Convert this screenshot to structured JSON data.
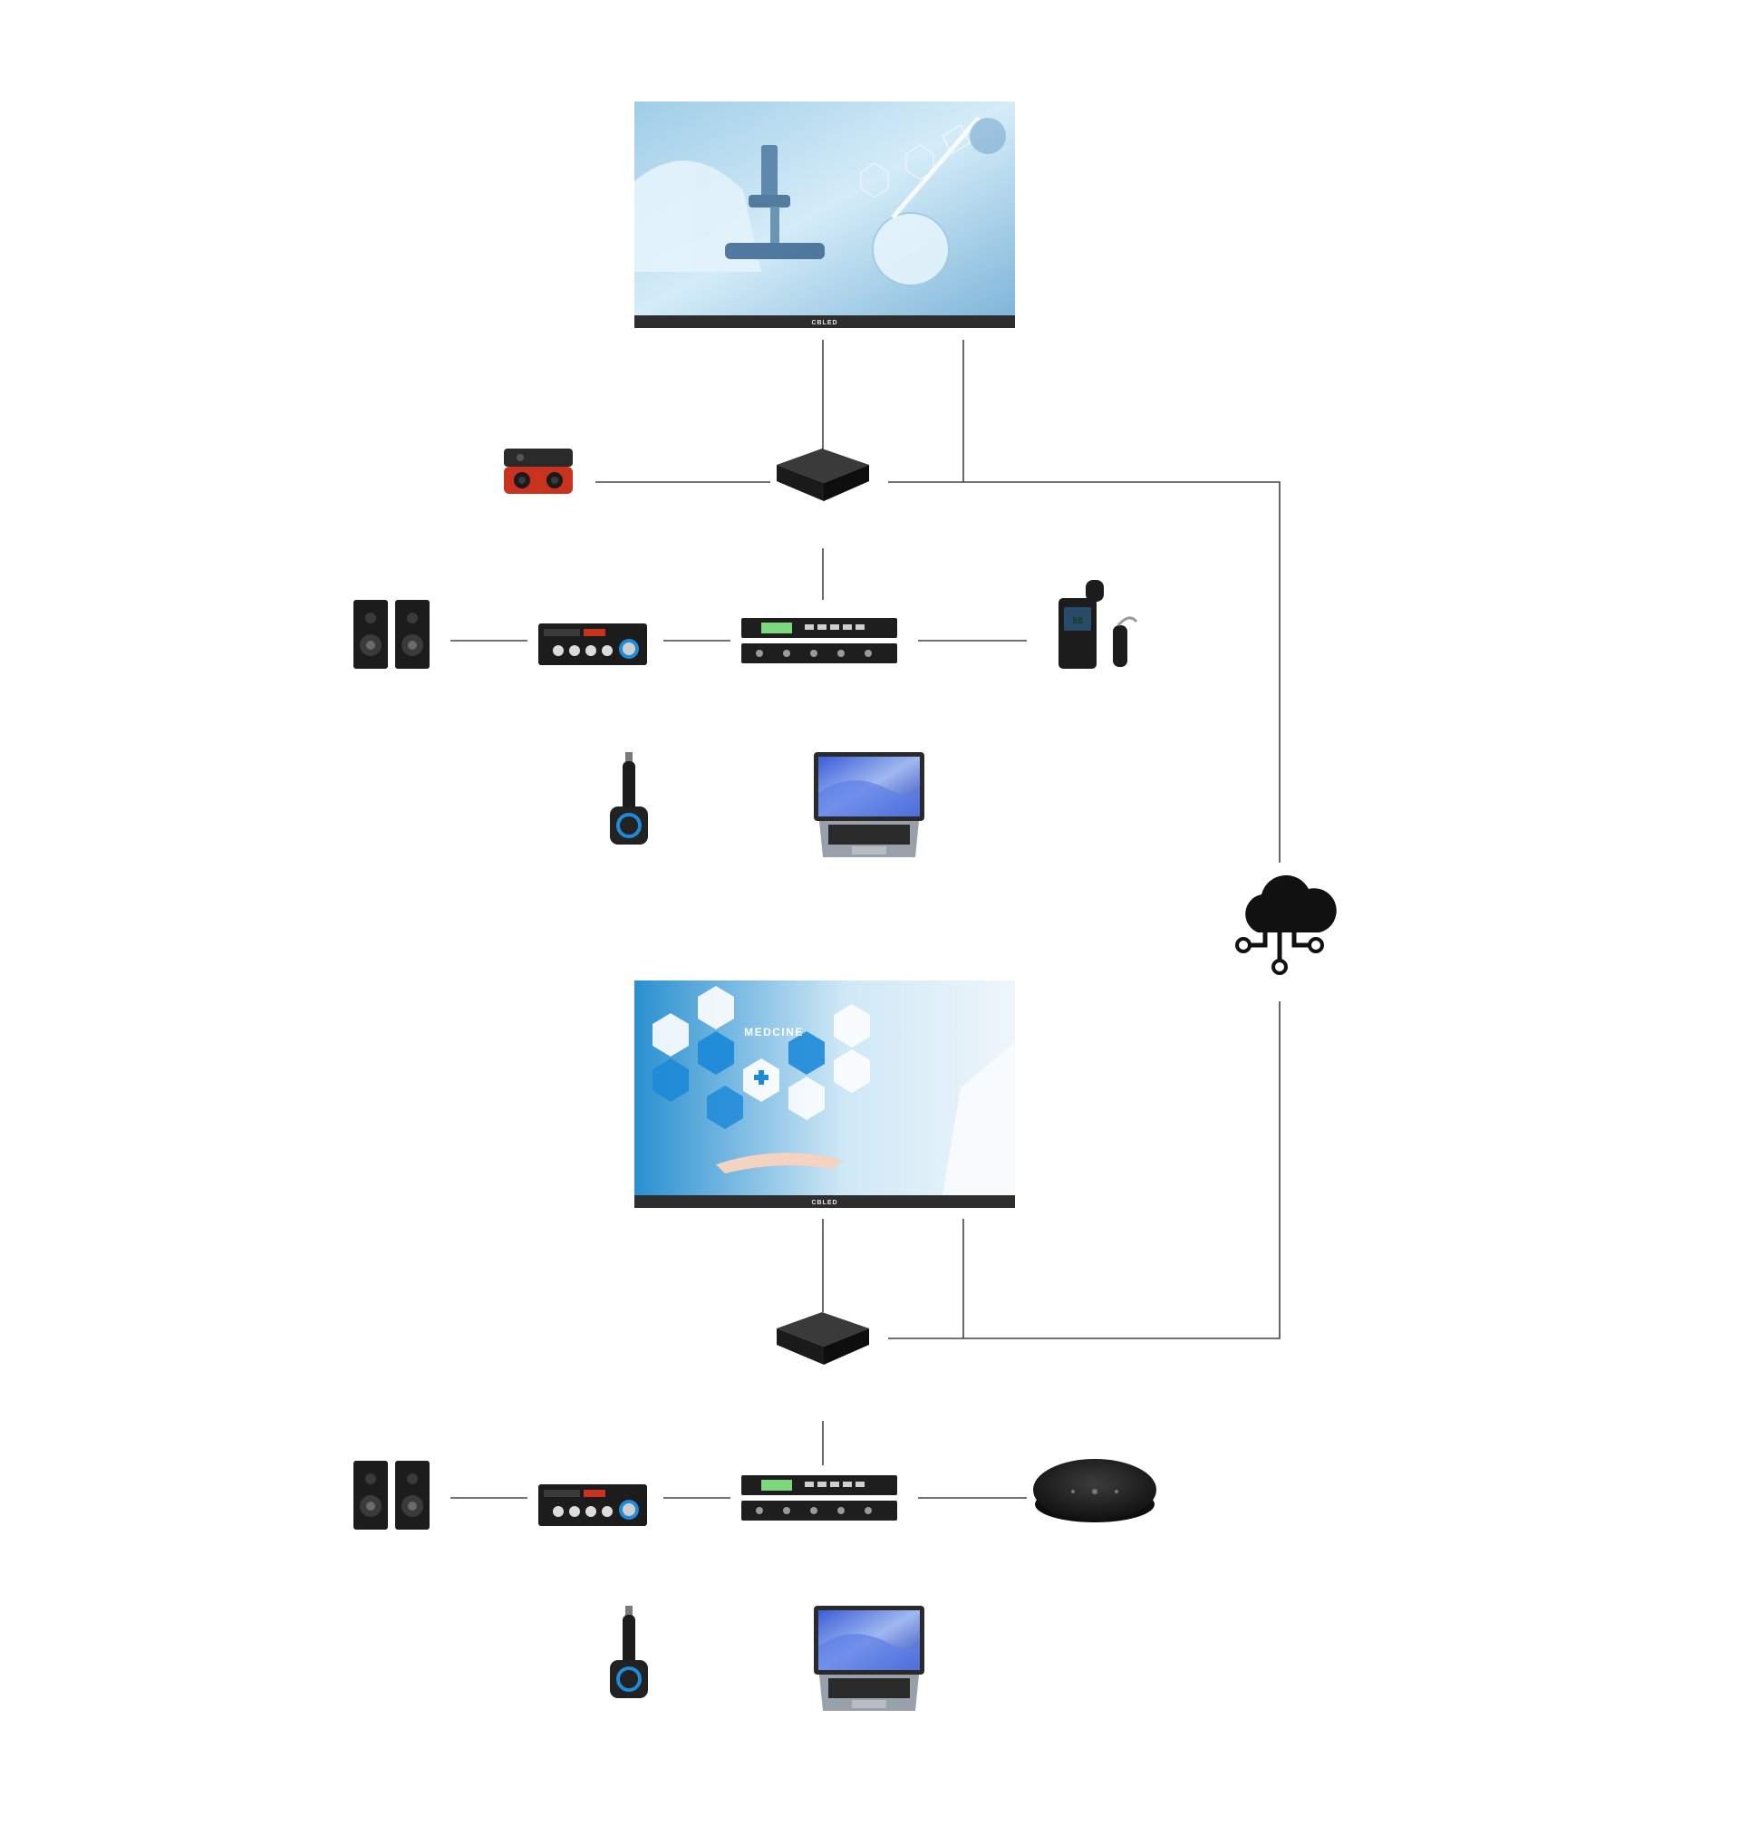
{
  "displays": [
    {
      "name": "led-display-top",
      "brand_label": "CBLED",
      "screen_content": "laboratory-microscope-image"
    },
    {
      "name": "led-display-bottom",
      "brand_label": "CBLED",
      "screen_content": "medical-hexagon-icons-image",
      "screen_text": "MEDCINE"
    }
  ],
  "icons": {
    "media_box": "media-player-box-icon",
    "camera": "conference-camera-icon",
    "speakers": "speakers-icon",
    "amplifier": "amplifier-icon",
    "audio_processor": "audio-processor-icon",
    "wireless_mic": "wireless-microphone-icon",
    "wireless_dongle": "wireless-presentation-dongle-icon",
    "laptop": "laptop-icon",
    "cloud": "cloud-network-icon",
    "speakerphone": "speakerphone-icon"
  },
  "colors": {
    "line": "#444444",
    "device_black": "#1c1c1c",
    "camera_red": "#c8321e",
    "dongle_blue": "#1e8ad8",
    "screen_blue": "#bfe0f2"
  }
}
